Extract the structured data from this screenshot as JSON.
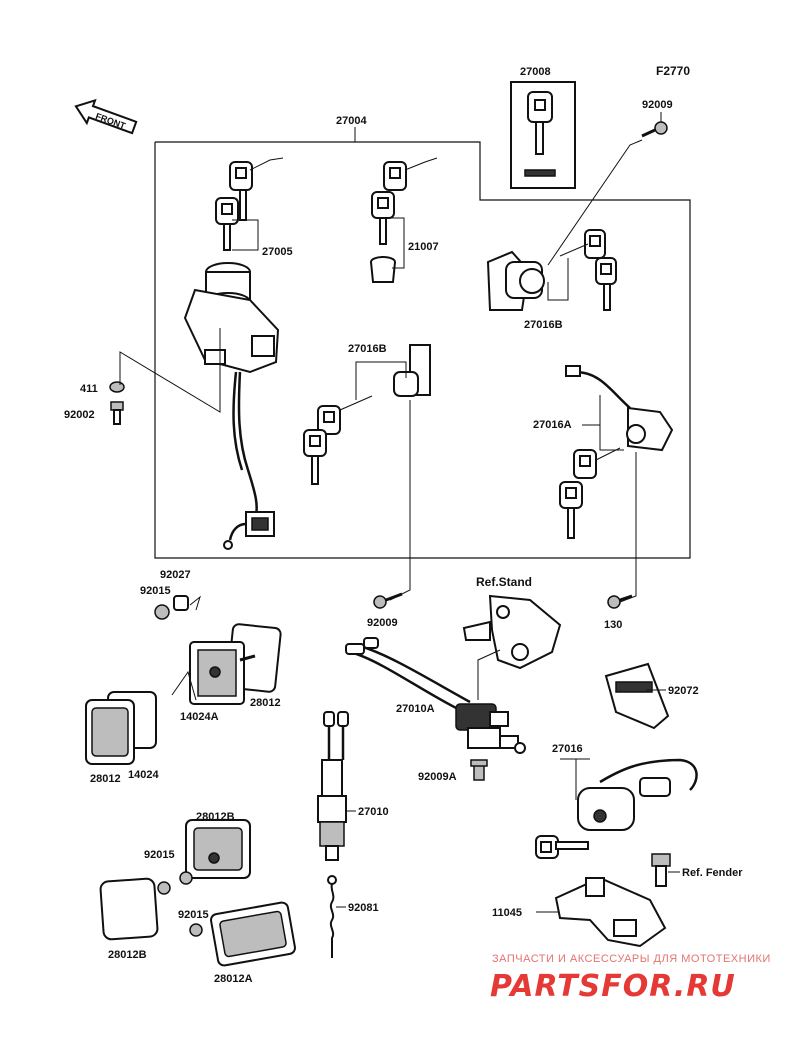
{
  "diagram": {
    "code": "F2770",
    "front_marker": "FRONT",
    "watermark": {
      "tagline": "ЗАПЧАСТИ И АКСЕССУАРЫ ДЛЯ МОТОТЕХНИКИ",
      "brand": "PARTSFOR.RU"
    },
    "part_labels": {
      "p27008": "27008",
      "p27004": "27004",
      "p92009_top": "92009",
      "p27005": "27005",
      "p21007": "21007",
      "p27016B_top": "27016B",
      "p27016B_mid": "27016B",
      "p27016A": "27016A",
      "p411": "411",
      "p92002": "92002",
      "p92027": "92027",
      "p92015_a": "92015",
      "p92009_mid": "92009",
      "p130": "130",
      "ref_stand": "Ref.Stand",
      "p28012_a": "28012",
      "p14024A": "14024A",
      "p27010A": "27010A",
      "p92072": "92072",
      "p28012_b": "28012",
      "p14024": "14024",
      "p92009A": "92009A",
      "p27016": "27016",
      "p28012B_top": "28012B",
      "p27010": "27010",
      "p92015_b": "92015",
      "ref_fender": "Ref. Fender",
      "p92015_c": "92015",
      "p92081": "92081",
      "p11045": "11045",
      "p28012B_bot": "28012B",
      "p28012A": "28012A"
    }
  }
}
